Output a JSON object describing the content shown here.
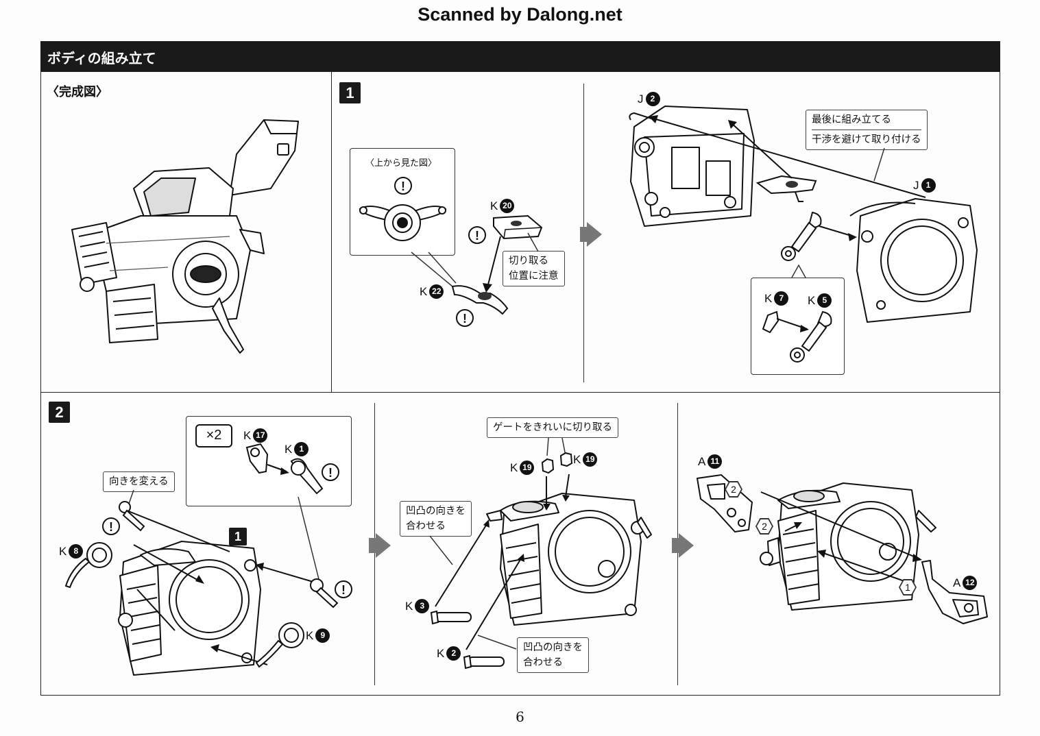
{
  "watermark": "Scanned by Dalong.net",
  "section": {
    "title": "ボディの組み立て"
  },
  "completed": {
    "label": "〈完成図〉"
  },
  "step1": {
    "number": "1",
    "top_view_label": "〈上から見た図〉",
    "cut_note": [
      "切り取る",
      "位置に注意"
    ],
    "assembly_note": [
      "最後に組み立てる",
      "干渉を避けて取り付ける"
    ],
    "parts": {
      "k20": {
        "letter": "K",
        "num": "20"
      },
      "k22": {
        "letter": "K",
        "num": "22"
      },
      "j2": {
        "letter": "J",
        "num": "2"
      },
      "j1": {
        "letter": "J",
        "num": "1"
      },
      "k7": {
        "letter": "K",
        "num": "7"
      },
      "k5": {
        "letter": "K",
        "num": "5"
      }
    }
  },
  "step2": {
    "number": "2",
    "times": "×2",
    "turn_note": "向きを変える",
    "ref_step": "1",
    "gate_note": "ゲートをきれいに切り取る",
    "align_note_1": [
      "凹凸の向きを",
      "合わせる"
    ],
    "align_note_2": [
      "凹凸の向きを",
      "合わせる"
    ],
    "order_marks": [
      "2",
      "2",
      "1"
    ],
    "parts": {
      "k17": {
        "letter": "K",
        "num": "17"
      },
      "k1": {
        "letter": "K",
        "num": "1"
      },
      "k8": {
        "letter": "K",
        "num": "8"
      },
      "k9": {
        "letter": "K",
        "num": "9"
      },
      "k19a": {
        "letter": "K",
        "num": "19"
      },
      "k19b": {
        "letter": "K",
        "num": "19"
      },
      "k3": {
        "letter": "K",
        "num": "3"
      },
      "k2": {
        "letter": "K",
        "num": "2"
      },
      "a11": {
        "letter": "A",
        "num": "11"
      },
      "a12": {
        "letter": "A",
        "num": "12"
      }
    }
  },
  "warning_symbol": "!",
  "page_number": "6",
  "icons": [
    "next-step-arrow",
    "warning-icon"
  ]
}
